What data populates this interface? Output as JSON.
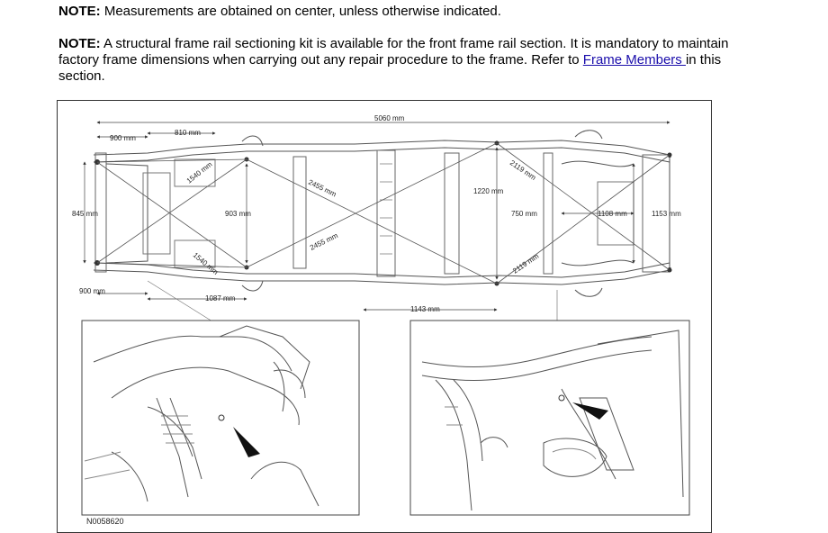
{
  "note1": {
    "label": "NOTE:",
    "text": " Measurements are obtained on center, unless otherwise indicated."
  },
  "note2": {
    "label": "NOTE:",
    "text": " A structural frame rail sectioning kit is available for the front frame rail section. It is mandatory to maintain factory frame dimensions when carrying out any repair procedure to the frame. Refer to ",
    "link": "Frame Members ",
    "tail": "in this section."
  },
  "figure": {
    "id": "N0058620",
    "dimensions": {
      "d5060": "5060 mm",
      "d900_top": "900 mm",
      "d810": "810 mm",
      "d1540_top": "1540 mm",
      "d2455_top": "2455 mm",
      "d1220": "1220 mm",
      "d2119_top": "2119 mm",
      "d845": "845 mm",
      "d903": "903 mm",
      "d750": "750 mm",
      "d1108": "1108 mm",
      "d1153": "1153 mm",
      "d1540_bot": "1540 mm",
      "d2455_bot": "2455 mm",
      "d2119_bot": "2119 mm",
      "d900_bot": "900 mm",
      "d1087": "1087 mm",
      "d1143": "1143 mm"
    }
  }
}
